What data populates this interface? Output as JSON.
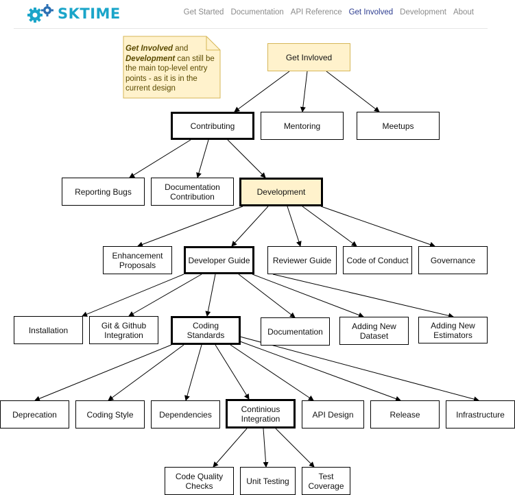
{
  "brand": {
    "name": "SKTIME",
    "color": "#1aa5c9"
  },
  "nav": {
    "items": [
      {
        "label": "Get Started",
        "active": false
      },
      {
        "label": "Documentation",
        "active": false
      },
      {
        "label": "API Reference",
        "active": false
      },
      {
        "label": "Get Involved",
        "active": true
      },
      {
        "label": "Development",
        "active": false
      },
      {
        "label": "About",
        "active": false
      }
    ]
  },
  "note": {
    "term1": "Get Involved",
    "mid": "and",
    "term2": "Development",
    "rest": "can still be the main top-level entry points - as it is in the current design"
  },
  "nodes": {
    "get_involved": "Get Invloved",
    "contributing": "Contributing",
    "mentoring": "Mentoring",
    "meetups": "Meetups",
    "reporting_bugs": "Reporting Bugs",
    "doc_contribution": "Documentation Contribution",
    "development": "Development",
    "enhancement": "Enhancement Proposals",
    "developer_guide": "Developer Guide",
    "reviewer_guide": "Reviewer Guide",
    "code_of_conduct": "Code of Conduct",
    "governance": "Governance",
    "installation": "Installation",
    "git_github": "Git & Github Integration",
    "coding_standards": "Coding Standards",
    "documentation": "Documentation",
    "adding_dataset": "Adding New Dataset",
    "adding_estimators": "Adding New Estimators",
    "deprecation": "Deprecation",
    "coding_style": "Coding Style",
    "dependencies": "Dependencies",
    "ci": "Continious Integration",
    "api_design": "API Design",
    "release": "Release",
    "infrastructure": "Infrastructure",
    "code_quality": "Code Quality Checks",
    "unit_testing": "Unit Testing",
    "test_coverage": "Test Coverage"
  },
  "colors": {
    "highlight_fill": "#fff2cc",
    "highlight_border": "#d6b656",
    "nav_active": "#2b3b8f"
  }
}
